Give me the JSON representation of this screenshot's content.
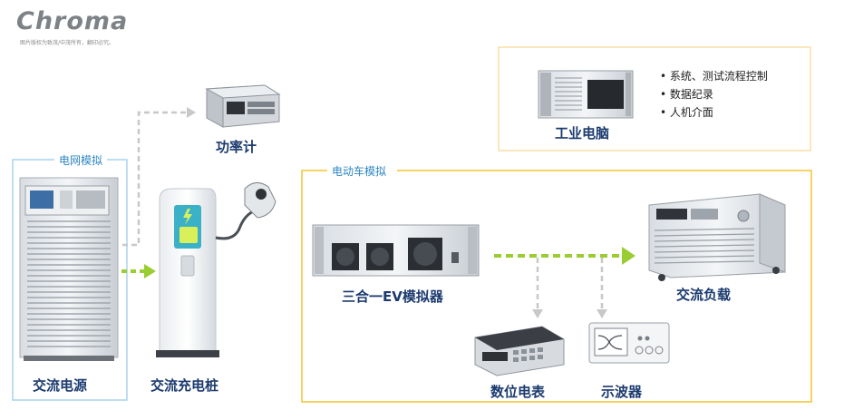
{
  "logo": {
    "brand": "Chroma",
    "copyright": "图片版权为致茂/中茂所有，翻印必究。"
  },
  "groups": {
    "grid": "电网模拟",
    "ev": "电动车模拟"
  },
  "ipc": {
    "label": "工业电脑",
    "bullets": [
      "系统、测试流程控制",
      "数据纪录",
      "人机介面"
    ]
  },
  "devices": {
    "ac_source": "交流电源",
    "power_meter": "功率计",
    "charger": "交流充电桩",
    "ev_unit": "三合一EV模拟器",
    "ac_load": "交流负载",
    "dmm": "数位电表",
    "scope": "示波器"
  },
  "colors": {
    "grid_frame": "#a9d4ee",
    "ev_frame": "#f5c232",
    "ipc_frame": "#f8dfa6",
    "arrow_green": "#9acd32",
    "arrow_grey": "#c8c8c8",
    "label_blue": "#1b3a6e",
    "title_blue": "#2e86c1"
  }
}
